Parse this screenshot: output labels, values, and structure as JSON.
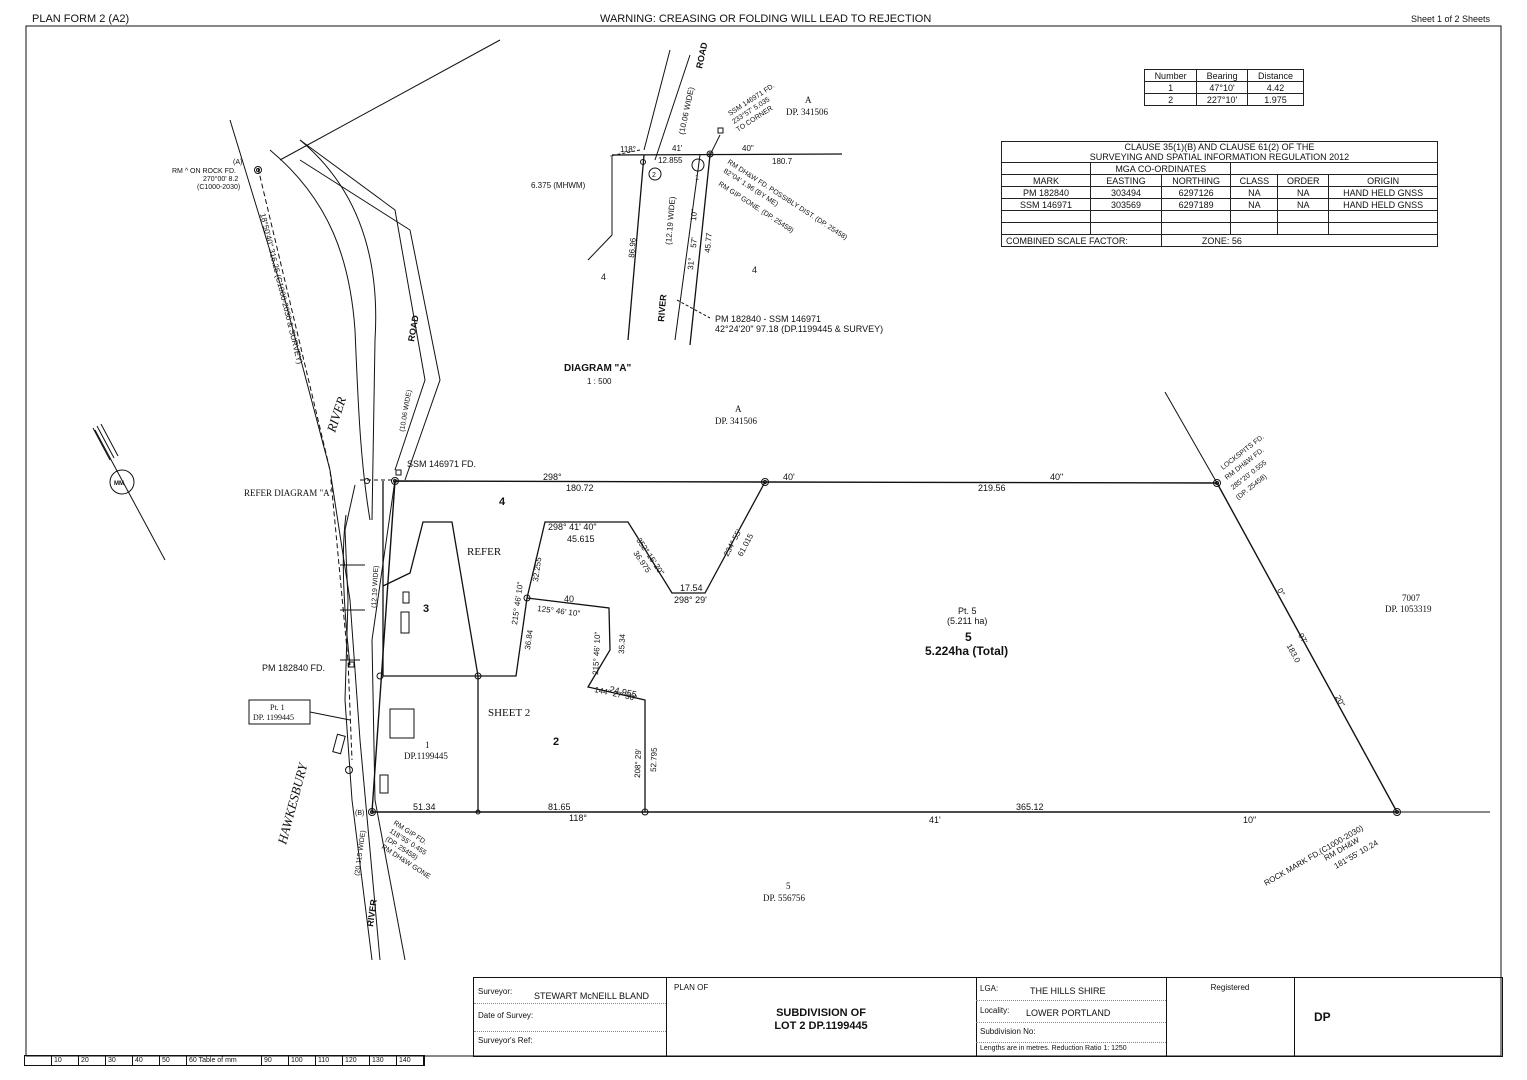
{
  "header": {
    "form": "PLAN FORM 2 (A2)",
    "warning": "WARNING: CREASING OR FOLDING WILL LEAD TO REJECTION",
    "sheet": "Sheet 1 of 2 Sheets"
  },
  "bearing_table": {
    "headers": [
      "Number",
      "Bearing",
      "Distance"
    ],
    "rows": [
      [
        "1",
        "47°10'",
        "4.42"
      ],
      [
        "2",
        "227°10'",
        "1.975"
      ]
    ]
  },
  "coord_table": {
    "title1": "CLAUSE 35(1)(B) AND CLAUSE 61(2) OF THE",
    "title2": "SURVEYING AND SPATIAL INFORMATION REGULATION 2012",
    "mga": "MGA CO-ORDINATES",
    "headers": [
      "MARK",
      "EASTING",
      "NORTHING",
      "CLASS",
      "ORDER",
      "ORIGIN"
    ],
    "rows": [
      [
        "PM 182840",
        "303494",
        "6297126",
        "NA",
        "NA",
        "HAND HELD GNSS"
      ],
      [
        "SSM 146971",
        "303569",
        "6297189",
        "NA",
        "NA",
        "HAND HELD GNSS"
      ]
    ],
    "scale_factor": "COMBINED SCALE FACTOR:",
    "zone": "ZONE: 56"
  },
  "diagram_a": {
    "title": "DIAGRAM \"A\"",
    "scale": "1 : 500",
    "road": "ROAD",
    "road_width": "(10.06 WIDE)",
    "river": "RIVER",
    "river_width": "(12.19 WIDE)",
    "ssm_note1": "SSM 146971 FD.",
    "ssm_note2": "233°57' 5.035",
    "ssm_note3": "TO CORNER",
    "lot_a": "A",
    "dp_a": "DP. 341506",
    "b118": "118°",
    "b41": "41'",
    "b40": "40\"",
    "d1807": "180.7",
    "d12855": "12.855",
    "mhwm": "6.375 (MHWM)",
    "rm1": "RM DH&W FD. POSSIBLY DIST. (DP. 25458)",
    "rm2": "82°04' 1.96 (BY ME)",
    "rm3": "RM GIP GONE. (DP. 25458)",
    "d8696": "86.96",
    "d4577": "45.77",
    "b10": "10\"",
    "b57": "57'",
    "b31": "31°",
    "lot4a": "4",
    "lot4b": "4",
    "pm1": "PM 182840 - SSM 146971",
    "pm2": "42°24'20\" 97.18 (DP.1199445 & SURVEY)",
    "c1": "1",
    "c2": "2"
  },
  "main": {
    "rm_rock_a": "(A)",
    "rm_rock1": "RM ^ ON ROCK FD.",
    "rm_rock2": "270°00' 8.2",
    "rm_rock3": "(C1000-2030)",
    "bearing_left": "18°50'40\"  316.25  (C1000-2030 & SURVEY)",
    "river_upper": "RIVER",
    "road": "ROAD",
    "road_width": "(10.06 WIDE)",
    "river_width": "(12.19 WIDE)",
    "hawkesbury": "HAWKESBURY",
    "river_lower": "RIVER",
    "river_width2": "(20.115 WIDE)",
    "north": "MM",
    "refer_a": "REFER DIAGRAM \"A\"",
    "ssm_fd": "SSM 146971 FD.",
    "lot_a": "A",
    "dp_a": "DP. 341506",
    "top_b1": "298°",
    "top_d1": "180.72",
    "top_b2": "40'",
    "top_b3": "40\"",
    "top_d2": "219.56",
    "locksp1": "LOCKSPITS FD.",
    "locksp2": "RM DH&W FD.",
    "locksp3": "285°20' 0.555",
    "locksp4": "(DP. 25458)",
    "lot4": "4",
    "refer": "REFER",
    "sheet2": "SHEET 2",
    "lot3": "3",
    "lot2": "2",
    "lot1": "1",
    "dp1": "DP.1199445",
    "pt1a": "Pt. 1",
    "pt1b": "DP. 1199445",
    "pm_fd": "PM 182840 FD.",
    "in_b1": "298°  41'  40\"",
    "in_d1": "45.615",
    "in_b2": "352°  15'  20\"",
    "in_d2": "36.975",
    "in_d3": "17.54",
    "in_b3": "298° 29'",
    "in_b4": "234°  55'",
    "in_d4": "61.015",
    "in_d5": "32.255",
    "in_b5": "215°  46'  10\"",
    "in_d6": "36.84",
    "in_d7": "40",
    "in_b7": "125°  46'  10\"",
    "in_b8": "215°  46'  10\"",
    "in_d8": "35.34",
    "in_d9": "24.955",
    "in_b9": "144° 27' 30\"",
    "in_b10": "208°  29'",
    "in_d10": "52.795",
    "pt5": "Pt. 5",
    "pt5ha": "(5.211 ha)",
    "lot5": "5",
    "lot5ha": "5.224ha (Total)",
    "lot7007": "7007",
    "dp7007": "DP. 1053319",
    "right_b1": "0°",
    "right_b2": "07'",
    "right_b3": "20\"",
    "right_d": "183.0",
    "b_mark": "(B)",
    "bot_d1": "51.34",
    "bot_d2": "81.65",
    "bot_b1": "118°",
    "bot_b2": "41'",
    "bot_d3": "365.12",
    "bot_b3": "10\"",
    "rmgip1": "RM GIP FD.",
    "rmgip2": "118°55' 0.455",
    "rmgip3": "(DP. 25458)",
    "rmgip4": "RM DH&W GONE",
    "rock1": "ROCK MARK FD.(C1000-2030)",
    "rock2": "RM DH&W",
    "rock3": "181°55' 10.24",
    "lot5b": "5",
    "dp5b": "DP. 556756"
  },
  "title_block": {
    "surveyor_label": "Surveyor:",
    "surveyor": "STEWART McNEILL BLAND",
    "date_label": "Date of Survey:",
    "ref_label": "Surveyor's Ref:",
    "plan_of_label": "PLAN OF",
    "plan1": "SUBDIVISION OF",
    "plan2": "LOT 2 DP.1199445",
    "lga_label": "LGA:",
    "lga": "THE HILLS SHIRE",
    "locality_label": "Locality:",
    "locality": "LOWER PORTLAND",
    "subdiv_label": "Subdivision No:",
    "lengths": "Lengths are in metres.  Reduction Ratio  1: 1250",
    "registered": "Registered",
    "dp": "DP"
  },
  "scale_bar": [
    "10",
    "20",
    "30",
    "40",
    "50",
    "60  Table of mm",
    "90",
    "100",
    "110",
    "120",
    "130",
    "140"
  ]
}
